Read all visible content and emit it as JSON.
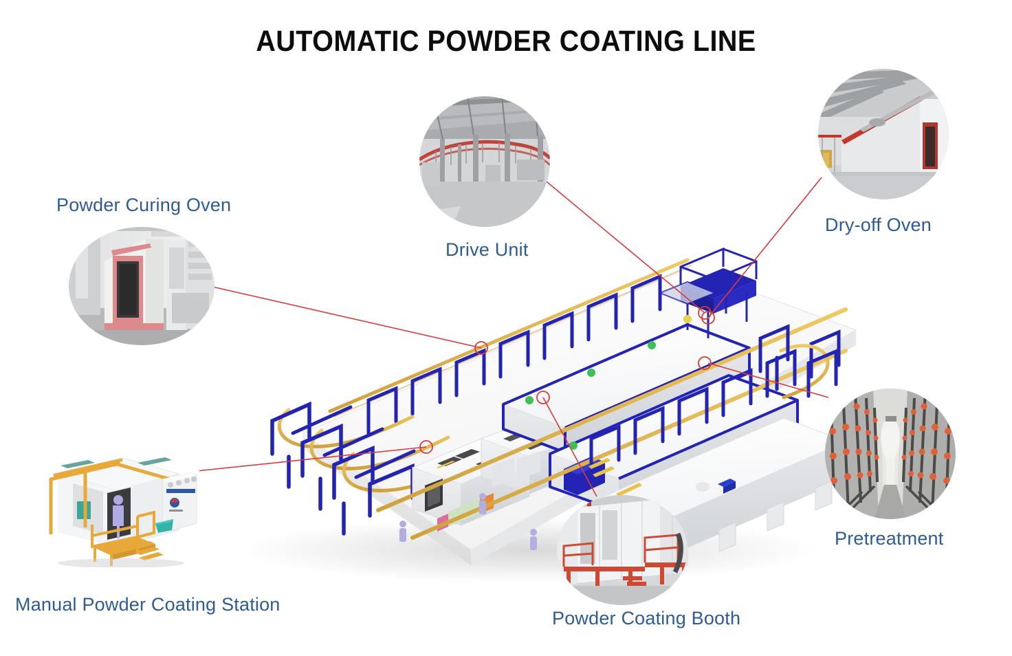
{
  "page": {
    "title": "AUTOMATIC POWDER COATING LINE",
    "title_color": "#0d0d0d",
    "background_color": "#ffffff",
    "label_color": "#2e5b96",
    "leader_line_color": "#d93a3a"
  },
  "labels": [
    {
      "id": "powder-curing-oven",
      "text": "Powder Curing Oven"
    },
    {
      "id": "drive-unit",
      "text": "Drive Unit"
    },
    {
      "id": "dry-off-oven",
      "text": "Dry-off Oven"
    },
    {
      "id": "pretreatment",
      "text": "Pretreatment"
    },
    {
      "id": "powder-coating-booth",
      "text": "Powder Coating Booth"
    },
    {
      "id": "manual-powder-coating-station",
      "text": "Manual Powder Coating Station"
    }
  ],
  "callouts": [
    {
      "id": "powder-curing-oven",
      "label": "Powder Curing Oven",
      "photo_shape": "circle",
      "photo_caption": "White curing oven cabinet with pink trimmed vertical entry slot and ductwork",
      "marker_on_diagram": true
    },
    {
      "id": "drive-unit",
      "label": "Drive Unit",
      "photo_shape": "circle",
      "photo_caption": "Factory hall with overhead red conveyor track, grey steel columns and ceiling ducting",
      "marker_on_diagram": true
    },
    {
      "id": "dry-off-oven",
      "label": "Dry-off Oven",
      "photo_shape": "circle",
      "photo_caption": "Long white dry-off oven tunnel with red trim stripe and dark entry slot",
      "marker_on_diagram": true
    },
    {
      "id": "pretreatment",
      "label": "Pretreatment",
      "photo_shape": "circle",
      "photo_caption": "Pretreatment tunnel interior with rows of vertical spray risers and orange nozzles",
      "marker_on_diagram": true
    },
    {
      "id": "powder-coating-booth",
      "label": "Powder Coating Booth",
      "photo_shape": "circle",
      "photo_caption": "White powder coating booth panels with red steel platform, stairs and handrails",
      "marker_on_diagram": true
    },
    {
      "id": "manual-powder-coating-station",
      "label": "Manual Powder Coating Station",
      "photo_shape": "square",
      "photo_caption": "3D render of a manual spray booth with yellow frame, operator figure and control cabinet",
      "marker_on_diagram": true
    }
  ],
  "diagram": {
    "type": "3d-isometric-plant-layout",
    "base_color": "#ffffff",
    "conveyor_rail_color": "#e0b44e",
    "support_frame_color": "#2323b4",
    "equipment_color": "#f2f3f5",
    "operator_figure_color": "#b2aee0",
    "accent_green": "#3fbf55",
    "accent_cyan": "#2fc9cf",
    "logo_red": "#e0392b",
    "logo_blue": "#2b57a8",
    "stations": [
      "Pretreatment tunnel",
      "Dry-off oven",
      "Powder coating booth",
      "Powder curing oven",
      "Drive unit",
      "Manual powder coating station"
    ]
  }
}
